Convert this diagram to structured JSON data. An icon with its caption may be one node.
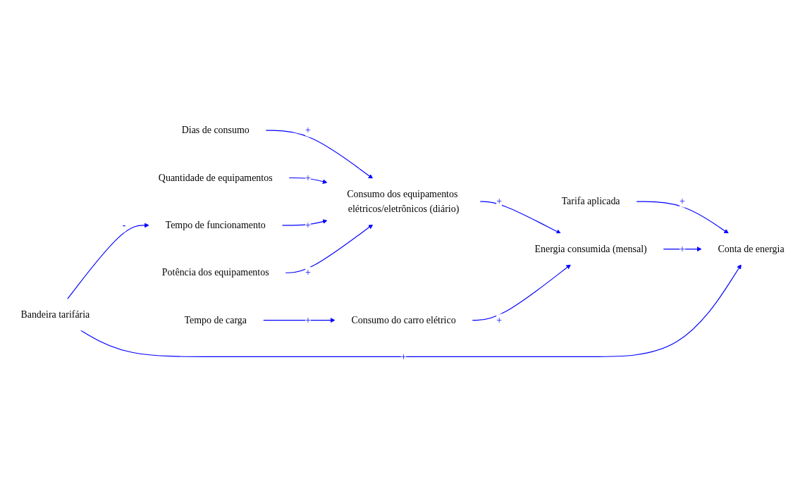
{
  "diagram": {
    "nodes": [
      {
        "text": [
          "Quantidade de equipamentos"
        ]
      },
      {
        "text": [
          "Tempo de carga"
        ]
      },
      {
        "text": [
          "Dias de consumo"
        ]
      },
      {
        "text": [
          "Consumo do carro elétrico"
        ]
      },
      {
        "text": [
          "Tarifa aplicada"
        ]
      },
      {
        "text": [
          "Consumo dos equipamentos elétricos/eletrônicos (diário)"
        ]
      },
      {
        "text": [
          "Energia consumida (mensal)"
        ]
      },
      {
        "text": [
          "Conta de energia"
        ]
      },
      {
        "text": [
          "Tempo de funcionamento"
        ]
      },
      {
        "text": [
          "Potência dos equipamentos"
        ]
      },
      {
        "text": [
          "Bandeira tarifária"
        ]
      }
    ],
    "edges": [
      {
        "from": 2,
        "to": 5,
        "arrow": "to",
        "label": "+"
      },
      {
        "from": 0,
        "to": 5,
        "arrow": "to",
        "label": "+"
      },
      {
        "from": 5,
        "to": 6,
        "arrow": "to",
        "label": "+"
      },
      {
        "from": 1,
        "to": 3,
        "arrow": "to",
        "label": "+"
      },
      {
        "from": 3,
        "to": 6,
        "arrow": "to",
        "label": "+"
      },
      {
        "from": 4,
        "to": 7,
        "arrow": "to",
        "label": "+"
      },
      {
        "from": 6,
        "to": 7,
        "arrow": "to",
        "label": "+"
      },
      {
        "from": 10,
        "to": 7,
        "arrow": "to",
        "label": "+"
      },
      {
        "from": 10,
        "to": 8,
        "arrow": "to",
        "label": "-"
      },
      {
        "from": 8,
        "to": 5,
        "arrow": "to",
        "label": "+"
      },
      {
        "from": 9,
        "to": 5,
        "arrow": "to",
        "label": "+"
      }
    ]
  }
}
